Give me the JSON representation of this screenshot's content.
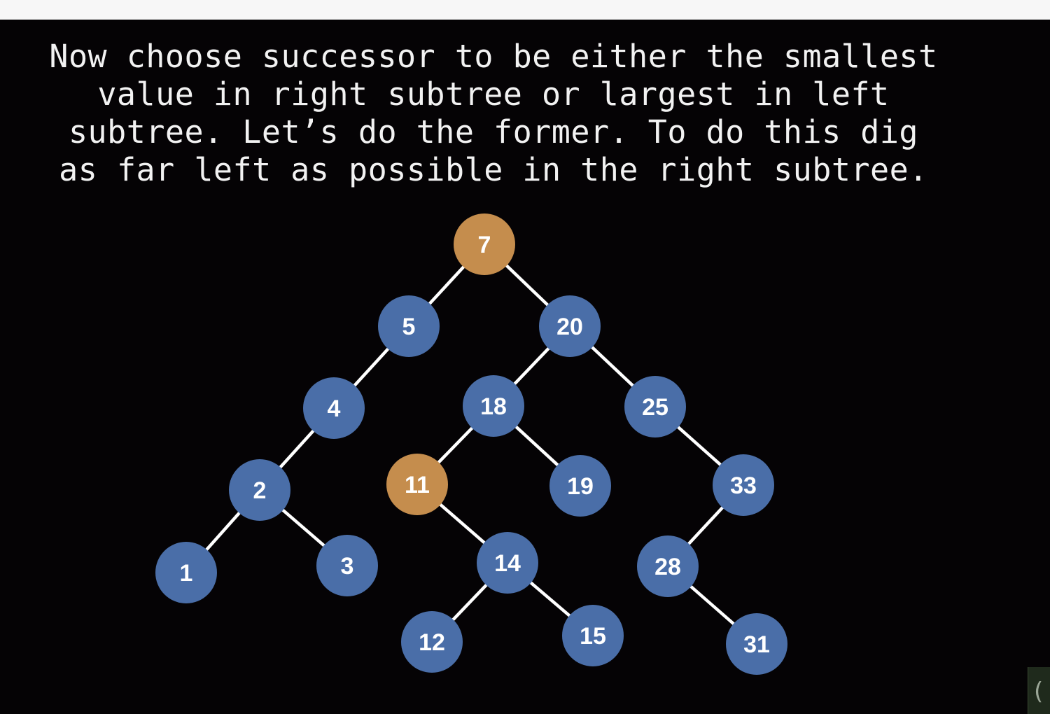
{
  "caption": {
    "line1": "Now choose successor to be either the smallest",
    "line2": "value in right subtree or largest in left",
    "line3": "subtree. Let’s do the former. To do this dig",
    "line4": "as far left as possible in the right subtree."
  },
  "colors": {
    "background": "#050305",
    "normal_node": "#4a6ea8",
    "highlight_node": "#c58d4d",
    "edge": "#ffffff",
    "text": "#ffffff"
  },
  "tree": {
    "nodes": [
      {
        "id": "n7",
        "label": "7",
        "highlight": true
      },
      {
        "id": "n5",
        "label": "5",
        "highlight": false
      },
      {
        "id": "n20",
        "label": "20",
        "highlight": false
      },
      {
        "id": "n4",
        "label": "4",
        "highlight": false
      },
      {
        "id": "n18",
        "label": "18",
        "highlight": false
      },
      {
        "id": "n25",
        "label": "25",
        "highlight": false
      },
      {
        "id": "n2",
        "label": "2",
        "highlight": false
      },
      {
        "id": "n11",
        "label": "11",
        "highlight": true
      },
      {
        "id": "n19",
        "label": "19",
        "highlight": false
      },
      {
        "id": "n33",
        "label": "33",
        "highlight": false
      },
      {
        "id": "n1",
        "label": "1",
        "highlight": false
      },
      {
        "id": "n3",
        "label": "3",
        "highlight": false
      },
      {
        "id": "n14",
        "label": "14",
        "highlight": false
      },
      {
        "id": "n28",
        "label": "28",
        "highlight": false
      },
      {
        "id": "n12",
        "label": "12",
        "highlight": false
      },
      {
        "id": "n15",
        "label": "15",
        "highlight": false
      },
      {
        "id": "n31",
        "label": "31",
        "highlight": false
      }
    ],
    "edges": [
      [
        "n7",
        "n5"
      ],
      [
        "n7",
        "n20"
      ],
      [
        "n5",
        "n4"
      ],
      [
        "n4",
        "n2"
      ],
      [
        "n2",
        "n1"
      ],
      [
        "n2",
        "n3"
      ],
      [
        "n20",
        "n18"
      ],
      [
        "n20",
        "n25"
      ],
      [
        "n18",
        "n11"
      ],
      [
        "n18",
        "n19"
      ],
      [
        "n11",
        "n14"
      ],
      [
        "n14",
        "n12"
      ],
      [
        "n14",
        "n15"
      ],
      [
        "n25",
        "n33"
      ],
      [
        "n33",
        "n28"
      ],
      [
        "n28",
        "n31"
      ]
    ]
  },
  "corner_widget": {
    "glyph": "("
  }
}
